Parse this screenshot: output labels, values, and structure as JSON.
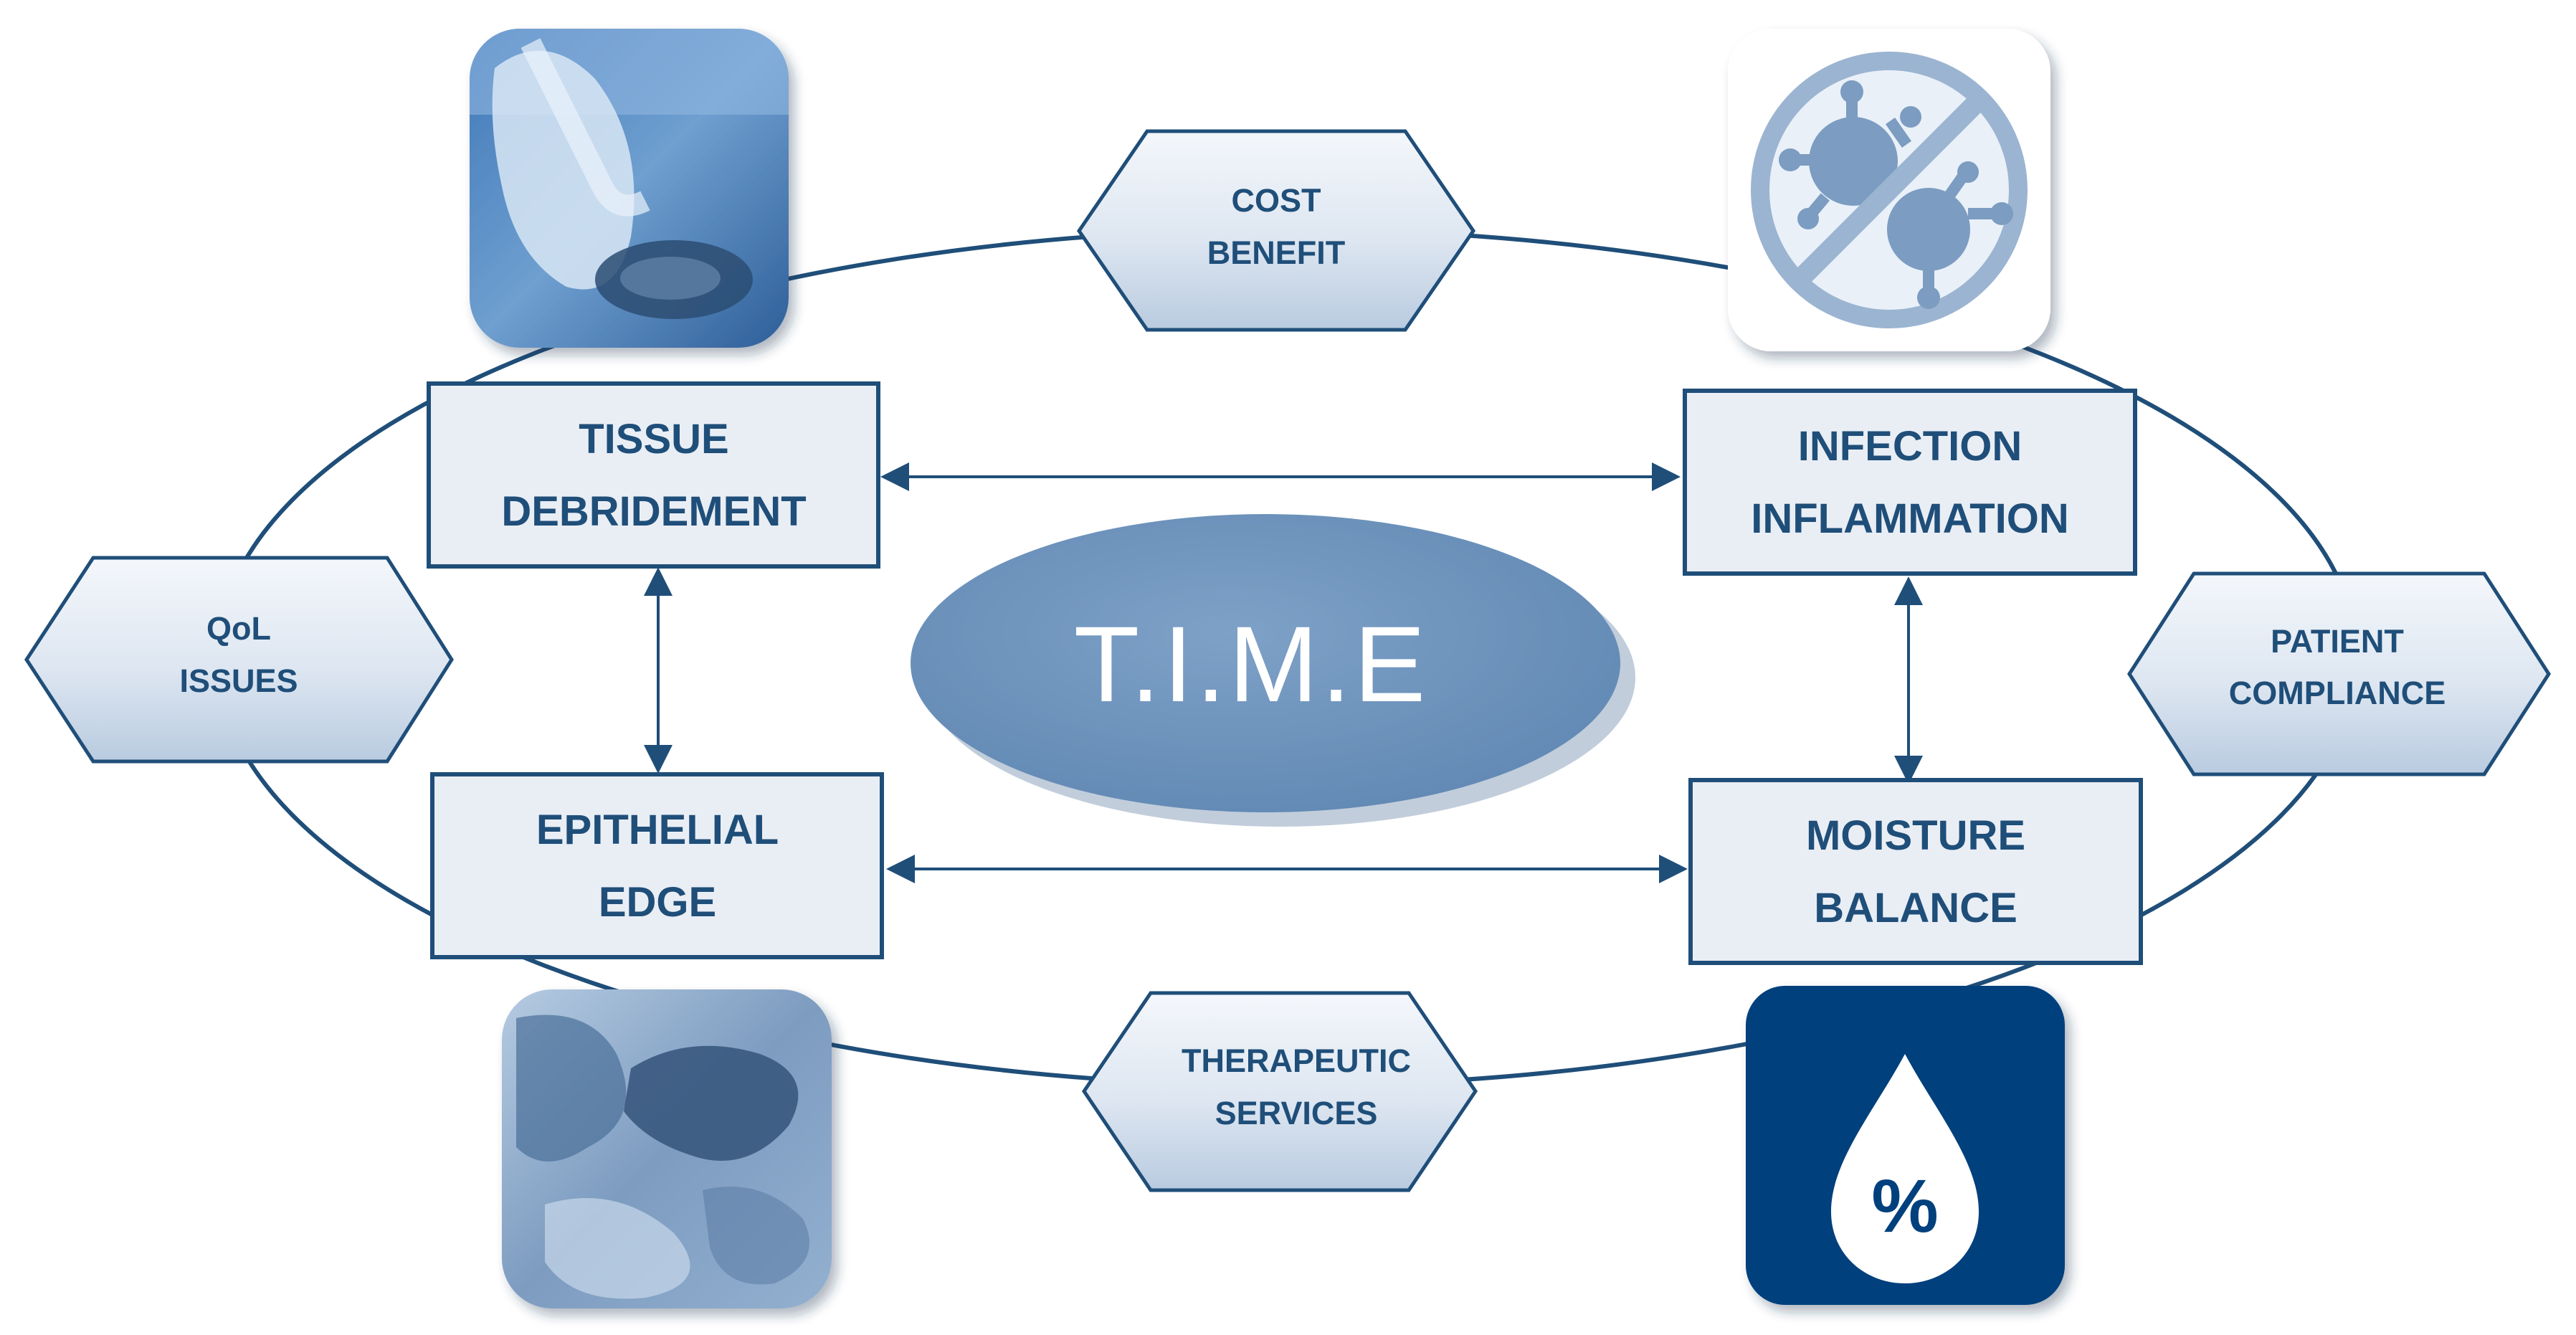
{
  "center": {
    "label": "T.I.M.E"
  },
  "boxes": {
    "tissue": {
      "line1": "TISSUE",
      "line2": "DEBRIDEMENT"
    },
    "infection": {
      "line1": "INFECTION",
      "line2": "INFLAMMATION"
    },
    "epithelial": {
      "line1": "EPITHELIAL",
      "line2": "EDGE"
    },
    "moisture": {
      "line1": "MOISTURE",
      "line2": "BALANCE"
    }
  },
  "hexagons": {
    "cost": {
      "line1": "COST",
      "line2": "BENEFIT"
    },
    "qol": {
      "line1": "QoL",
      "line2": "ISSUES"
    },
    "patient": {
      "line1": "PATIENT",
      "line2": "COMPLIANCE"
    },
    "therapeutic": {
      "line1": "THERAPEUTIC",
      "line2": "SERVICES"
    }
  },
  "icons": {
    "top_left": "wound-cleaning-photo-icon",
    "top_right": "no-germs-icon",
    "bottom_left": "wound-tissue-photo-icon",
    "bottom_right": "humidity-drop-icon",
    "humidity_symbol": "%"
  },
  "colors": {
    "primary": "#1f4e79",
    "ellipse_fill": "#6f95bd",
    "box_fill": "#e9eef5",
    "hex_fill": "#dbe5f1",
    "drop_tile": "#003f7d"
  }
}
